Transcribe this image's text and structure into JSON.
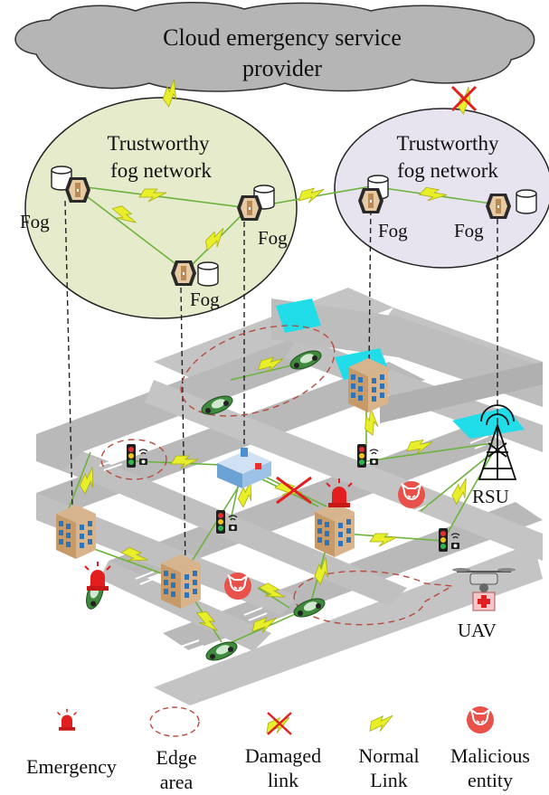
{
  "cloud": {
    "label_line1": "Cloud emergency service",
    "label_line2": "provider"
  },
  "fog_networks": [
    {
      "label_line1": "Trustworthy",
      "label_line2": "fog network"
    },
    {
      "label_line1": "Trustworthy",
      "label_line2": "fog network"
    }
  ],
  "fog_node_label": "Fog",
  "rsu_label": "RSU",
  "uav_label": "UAV",
  "legend": {
    "emergency": "Emergency",
    "edge_area_1": "Edge",
    "edge_area_2": "area",
    "damaged_1": "Damaged",
    "damaged_2": "link",
    "normal_1": "Normal",
    "normal_2": "Link",
    "malicious_1": "Malicious",
    "malicious_2": "entity"
  },
  "colors": {
    "cloud": "#b5b5b5",
    "fog_left": "#e6ebcc",
    "fog_right": "#e8e4ef",
    "link": "#e8ee2a",
    "damaged": "#e02020",
    "malicious": "#e8524a",
    "road": "#b9b9b9",
    "car": "#3f8a3c",
    "river": "#21dde9"
  }
}
